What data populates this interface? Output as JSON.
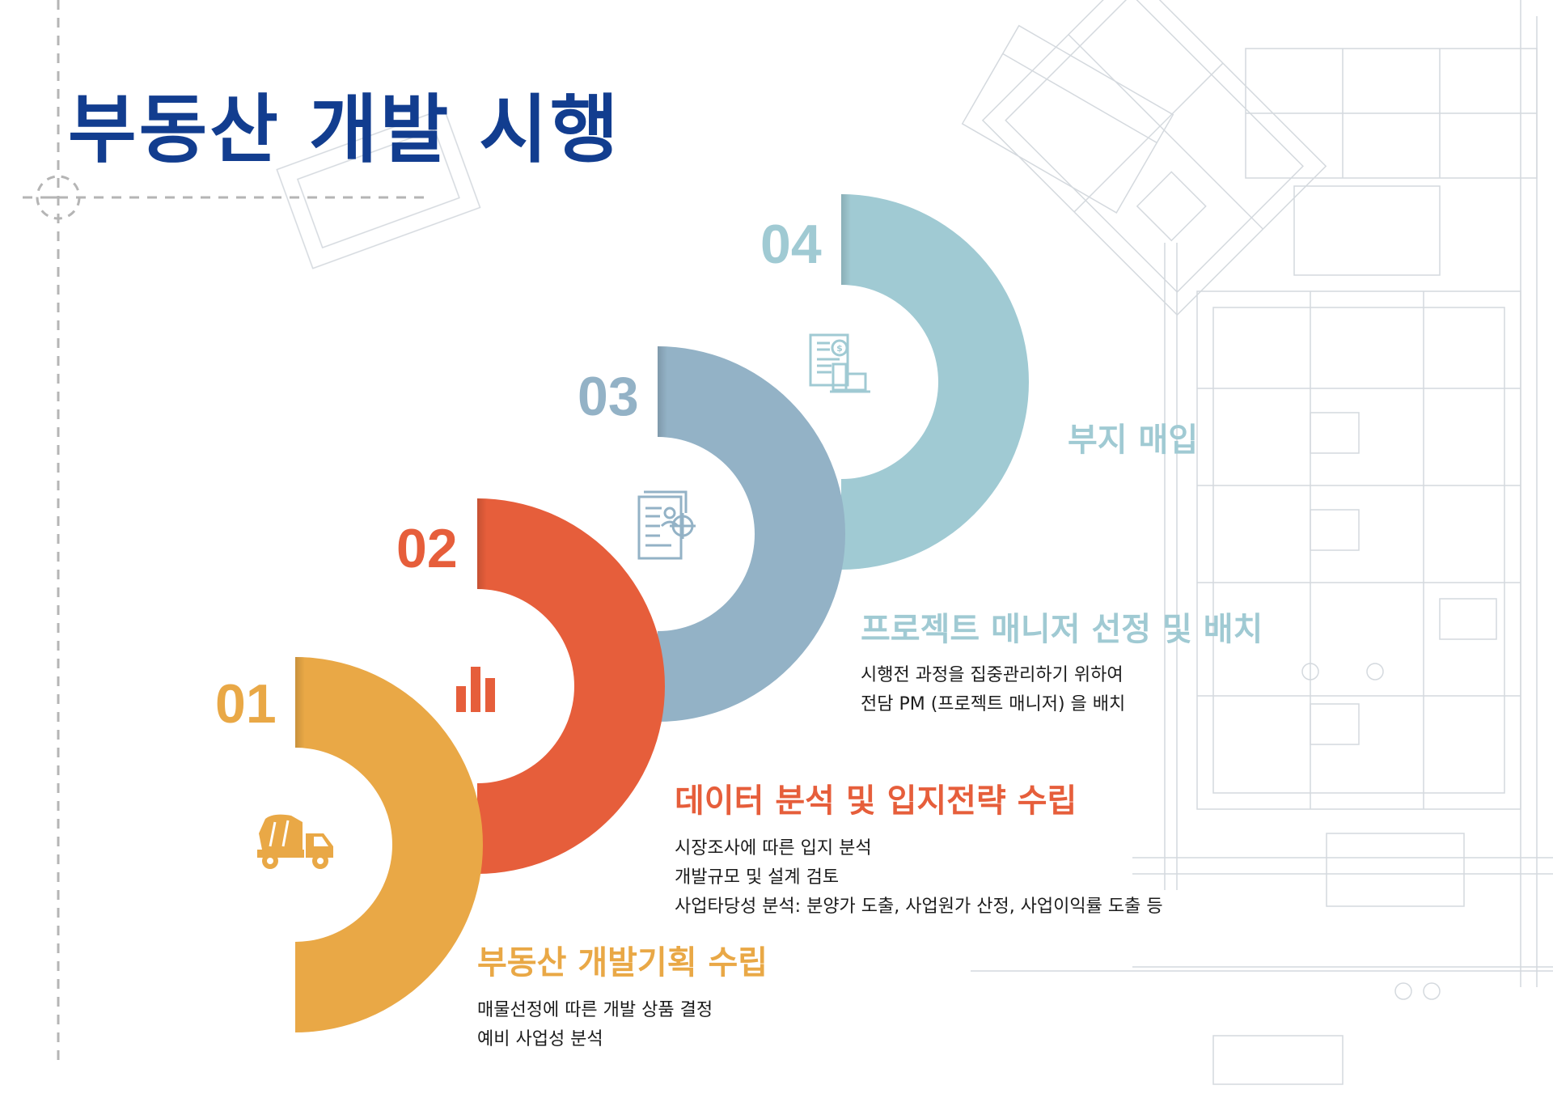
{
  "title": "부동산 개발 시행",
  "colors": {
    "title": "#123d8f",
    "step1": "#e9a846",
    "step2": "#e65e3b",
    "step3": "#93b2c6",
    "step4": "#a0cad3",
    "guides": "#b5b5b5",
    "blueprint": "#cfd4da"
  },
  "steps": [
    {
      "number": "01",
      "heading": "부동산 개발기획 수립",
      "icon": "cement-mixer-truck-icon",
      "lines": [
        "매물선정에 따른 개발 상품 결정",
        "예비 사업성 분석"
      ]
    },
    {
      "number": "02",
      "heading": "데이터 분석 및 입지전략 수립",
      "icon": "bar-chart-icon",
      "lines": [
        "시장조사에 따른 입지 분석",
        "개발규모 및 설계 검토",
        "사업타당성 분석: 분양가 도출, 사업원가 산정, 사업이익률 도출 등"
      ]
    },
    {
      "number": "03",
      "heading": "프로젝트 매니저 선정 및 배치",
      "icon": "document-person-target-icon",
      "lines": [
        "시행전 과정을 집중관리하기 위하여",
        "전담 PM (프로젝트 매니저) 을 배치"
      ]
    },
    {
      "number": "04",
      "heading": "부지 매입",
      "icon": "document-dollar-building-icon",
      "lines": []
    }
  ]
}
